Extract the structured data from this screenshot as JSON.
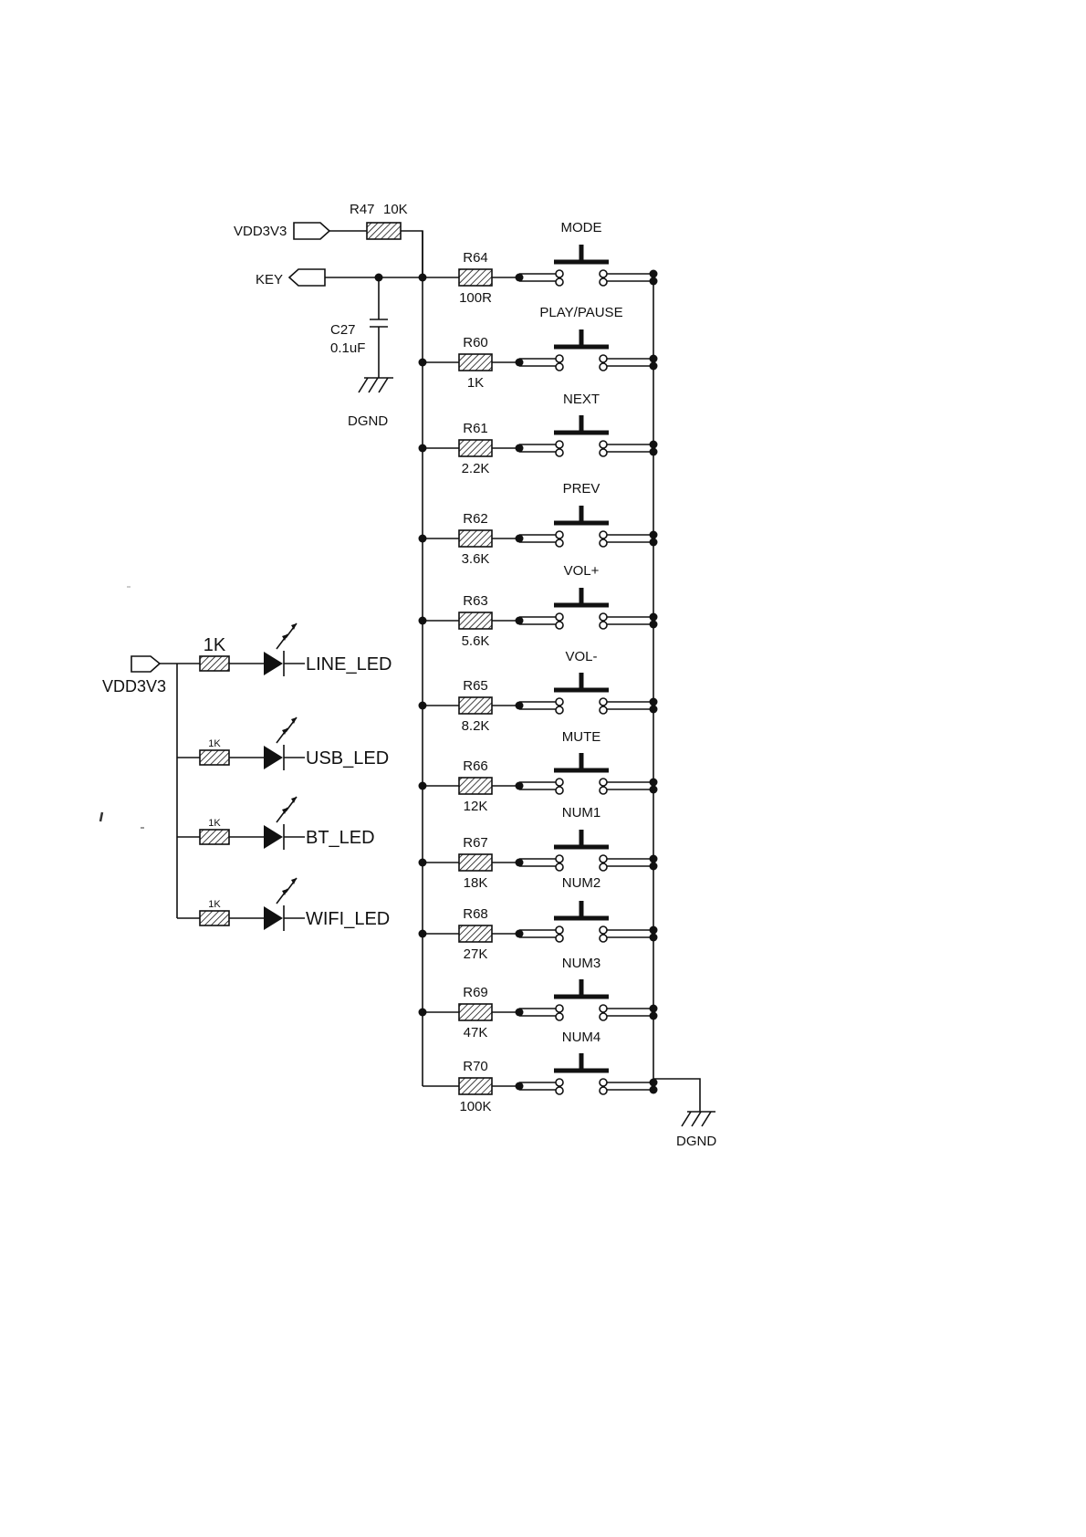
{
  "nets": {
    "vdd_top": "VDD3V3",
    "key": "KEY",
    "gnd_cap": "DGND",
    "gnd_bottom": "DGND",
    "vdd_led": "VDD3V3"
  },
  "pullup": {
    "ref": "R47",
    "value": "10K"
  },
  "capacitor": {
    "ref": "C27",
    "value": "0.1uF"
  },
  "buttons": [
    {
      "name": "MODE",
      "ref": "R64",
      "value": "100R"
    },
    {
      "name": "PLAY/PAUSE",
      "ref": "R60",
      "value": "1K"
    },
    {
      "name": "NEXT",
      "ref": "R61",
      "value": "2.2K"
    },
    {
      "name": "PREV",
      "ref": "R62",
      "value": "3.6K"
    },
    {
      "name": "VOL+",
      "ref": "R63",
      "value": "5.6K"
    },
    {
      "name": "VOL-",
      "ref": "R65",
      "value": "8.2K"
    },
    {
      "name": "MUTE",
      "ref": "R66",
      "value": "12K"
    },
    {
      "name": "NUM1",
      "ref": "R67",
      "value": "18K"
    },
    {
      "name": "NUM2",
      "ref": "R68",
      "value": "27K"
    },
    {
      "name": "NUM3",
      "ref": "R69",
      "value": "47K"
    },
    {
      "name": "NUM4",
      "ref": "R70",
      "value": "100K"
    }
  ],
  "leds": [
    {
      "name": "LINE_LED",
      "res": "1K"
    },
    {
      "name": "USB_LED",
      "res": "1K"
    },
    {
      "name": "BT_LED",
      "res": "1K"
    },
    {
      "name": "WIFI_LED",
      "res": "1K"
    }
  ]
}
